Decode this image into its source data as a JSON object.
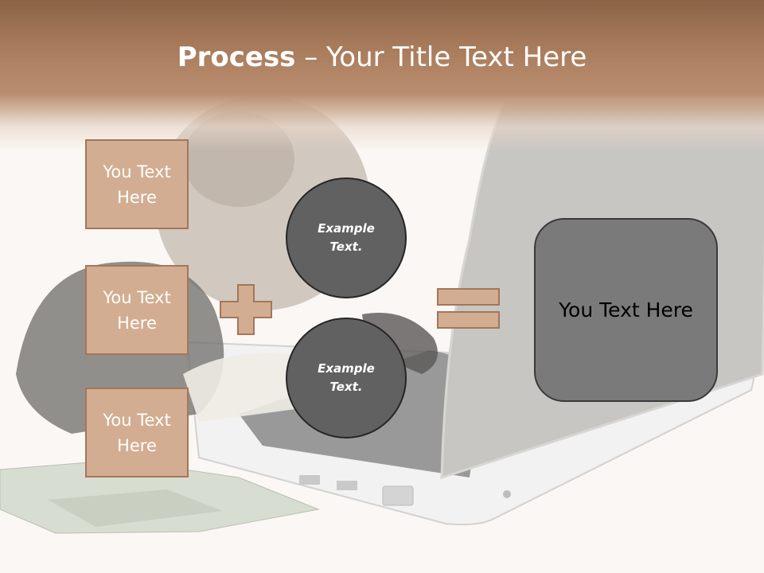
{
  "title": {
    "bold": "Process",
    "rest": " – Your Title Text Here"
  },
  "boxes": [
    "You Text Here",
    "You Text Here",
    "You Text Here"
  ],
  "circles": [
    "Example Text.",
    "Example Text."
  ],
  "result": "You Text Here",
  "colors": {
    "header": "#a77a5a",
    "box_fill": "#d3ad91",
    "box_border": "#a47659",
    "circle_fill": "#616161",
    "result_fill": "#7a7a7a"
  }
}
